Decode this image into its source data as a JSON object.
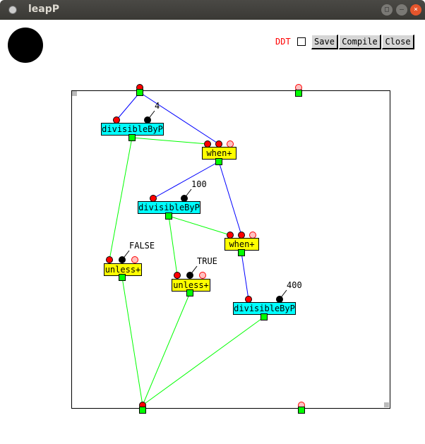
{
  "window": {
    "title": "leapP"
  },
  "toolbar": {
    "ddt_label": "DDT",
    "ddt_checked": false,
    "save": "Save",
    "compile": "Compile",
    "close": "Close"
  },
  "nodes": [
    {
      "id": "div1",
      "label": "divisibleByP",
      "kind": "divisibleByP",
      "constant": "4"
    },
    {
      "id": "when1",
      "label": "when+",
      "kind": "when"
    },
    {
      "id": "div2",
      "label": "divisibleByP",
      "kind": "divisibleByP",
      "constant": "100"
    },
    {
      "id": "when2",
      "label": "when+",
      "kind": "when"
    },
    {
      "id": "unless1",
      "label": "unless+",
      "kind": "unless",
      "constant": "FALSE"
    },
    {
      "id": "unless2",
      "label": "unless+",
      "kind": "unless",
      "constant": "TRUE"
    },
    {
      "id": "div3",
      "label": "divisibleByP",
      "kind": "divisibleByP",
      "constant": "400"
    }
  ],
  "colors": {
    "divisibleByP": "#00ffff",
    "when": "#ffff00",
    "unless": "#ffff00",
    "control_edge": "#0000ff",
    "data_edge": "#00ff00",
    "port_in": "#ff0000",
    "port_const": "#000000",
    "port_opt": "#ffc0c0",
    "port_out": "#00ff00"
  }
}
